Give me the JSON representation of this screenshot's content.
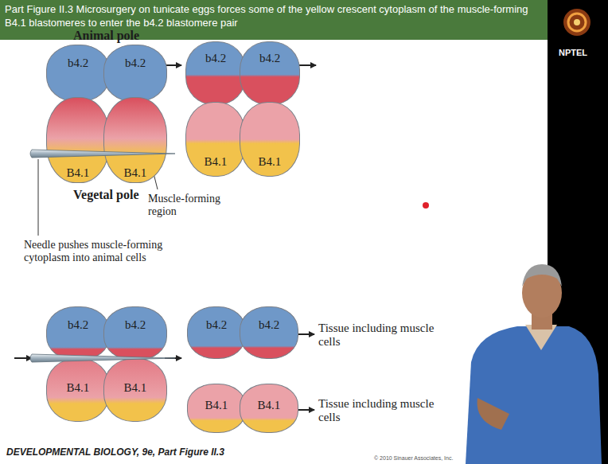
{
  "diagram": {
    "title": "Part Figure II.3 Microsurgery on tunicate eggs forces some of the yellow crescent cytoplasm of the muscle-forming B4.1 blastomeres to enter the b4.2 blastomere pair",
    "nodes": [
      {
        "text": [
          "b4.2"
        ]
      },
      {
        "text": [
          "b4.2"
        ]
      },
      {
        "text": [
          "B4.1"
        ]
      },
      {
        "text": [
          "B4.1"
        ]
      },
      {
        "text": [
          "b4.2"
        ]
      },
      {
        "text": [
          "b4.2"
        ]
      },
      {
        "text": [
          "B4.1"
        ]
      },
      {
        "text": [
          "B4.1"
        ]
      },
      {
        "text": [
          "b4.2"
        ]
      },
      {
        "text": [
          "b4.2"
        ]
      },
      {
        "text": [
          "B4.1"
        ]
      },
      {
        "text": [
          "B4.1"
        ]
      },
      {
        "text": [
          "b4.2"
        ]
      },
      {
        "text": [
          "b4.2"
        ]
      },
      {
        "text": [
          "B4.1"
        ]
      },
      {
        "text": [
          "B4.1"
        ]
      }
    ],
    "labels": [
      "Animal pole",
      "Vegetal pole",
      "Muscle-forming region",
      "Needle pushes muscle-forming cytoplasm into animal cells",
      "Tissue including muscle cells",
      "Tissue including muscle cells",
      "DEVELOPMENTAL BIOLOGY, 9e, Part Figure II.3",
      "© 2010 Sinauer Associates, Inc.",
      "NPTEL"
    ]
  }
}
